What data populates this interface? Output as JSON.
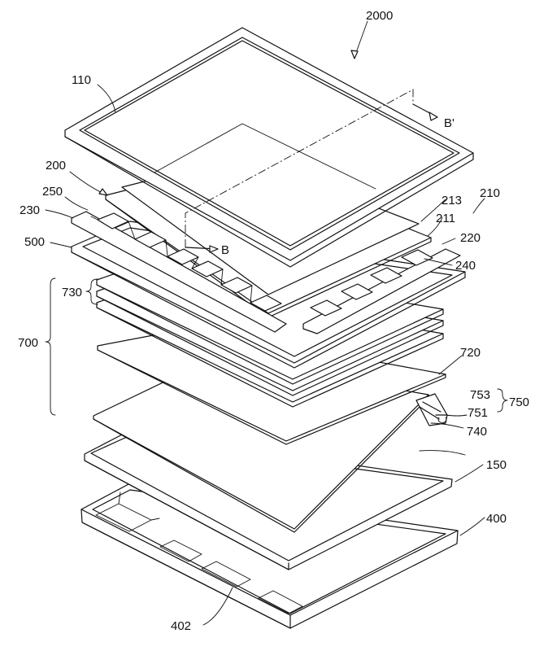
{
  "figure": {
    "title_ref": "2000",
    "section_start": "B",
    "section_end": "B'",
    "labels": {
      "l110": "110",
      "l200": "200",
      "l250": "250",
      "l230": "230",
      "l500": "500",
      "l730": "730",
      "l700": "700",
      "l210": "210",
      "l213": "213",
      "l211": "211",
      "l220": "220",
      "l240": "240",
      "l720": "720",
      "l753": "753",
      "l751": "751",
      "l750": "750",
      "l740": "740",
      "l150": "150",
      "l400": "400",
      "l402": "402"
    }
  }
}
